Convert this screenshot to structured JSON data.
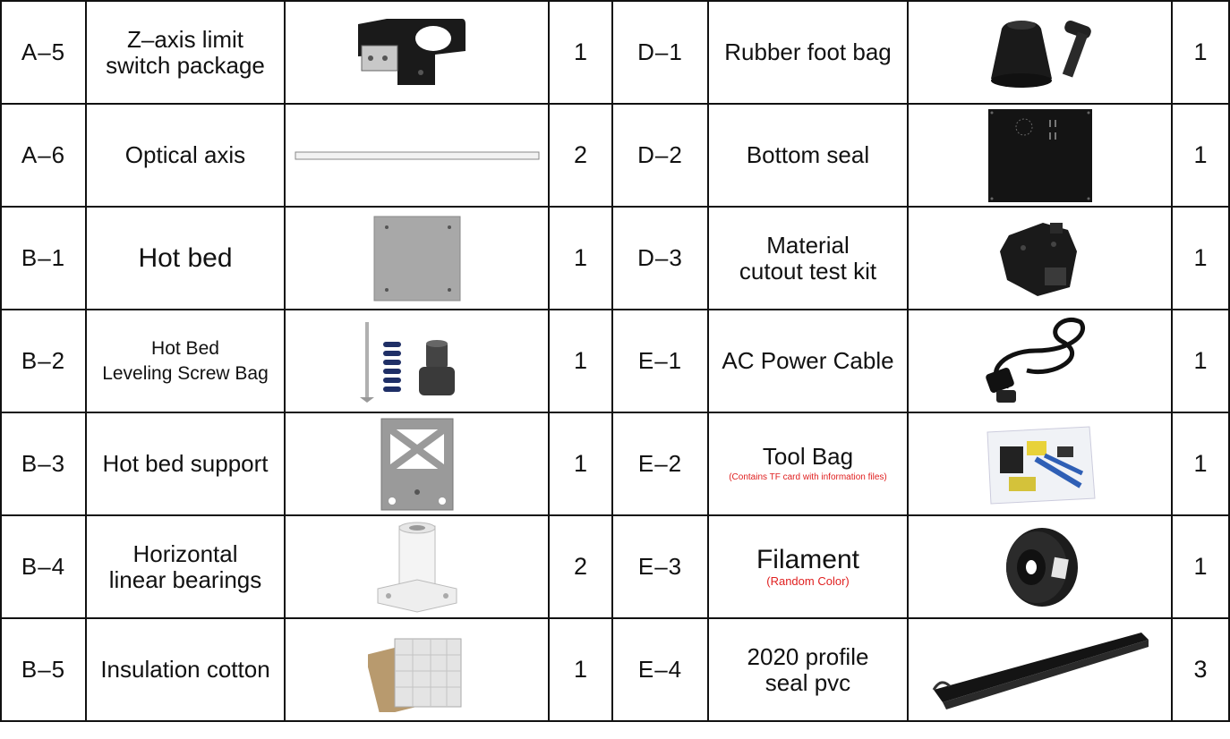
{
  "rows": [
    {
      "left": {
        "code": "A–5",
        "name_line1": "Z–axis limit",
        "name_line2": "switch package",
        "qty": "1",
        "image": "limit-switch-image"
      },
      "right": {
        "code": "D–1",
        "name_line1": "Rubber foot bag",
        "qty": "1",
        "image": "rubber-foot-image"
      }
    },
    {
      "left": {
        "code": "A–6",
        "name_line1": "Optical axis",
        "qty": "2",
        "image": "optical-axis-image"
      },
      "right": {
        "code": "D–2",
        "name_line1": "Bottom seal",
        "qty": "1",
        "image": "bottom-seal-image"
      }
    },
    {
      "left": {
        "code": "B–1",
        "name_line1": "Hot bed",
        "qty": "1",
        "image": "hot-bed-image"
      },
      "right": {
        "code": "D–3",
        "name_line1": "Material",
        "name_line2": "cutout test kit",
        "qty": "1",
        "image": "test-kit-image"
      }
    },
    {
      "left": {
        "code": "B–2",
        "name_line1": "Hot Bed",
        "name_line2": "Leveling Screw Bag",
        "qty": "1",
        "image": "screw-bag-image"
      },
      "right": {
        "code": "E–1",
        "name_line1": "AC Power Cable",
        "qty": "1",
        "image": "power-cable-image"
      }
    },
    {
      "left": {
        "code": "B–3",
        "name_line1": "Hot bed support",
        "qty": "1",
        "image": "bed-support-image"
      },
      "right": {
        "code": "E–2",
        "name_line1": "Tool Bag",
        "note": "(Contains TF card with information files)",
        "qty": "1",
        "image": "tool-bag-image"
      }
    },
    {
      "left": {
        "code": "B–4",
        "name_line1": "Horizontal",
        "name_line2": "linear bearings",
        "qty": "2",
        "image": "linear-bearing-image"
      },
      "right": {
        "code": "E–3",
        "name_line1": "Filament",
        "note": "(Random Color)",
        "qty": "1",
        "image": "filament-image"
      }
    },
    {
      "left": {
        "code": "B–5",
        "name_line1": "Insulation cotton",
        "qty": "1",
        "image": "insulation-cotton-image"
      },
      "right": {
        "code": "E–4",
        "name_line1": "2020 profile",
        "name_line2": "seal pvc",
        "qty": "3",
        "image": "seal-pvc-image"
      }
    }
  ],
  "colors": {
    "border": "#111111",
    "note": "#e02020",
    "part_dark": "#1a1a1a",
    "part_grey": "#9a9a9a"
  }
}
